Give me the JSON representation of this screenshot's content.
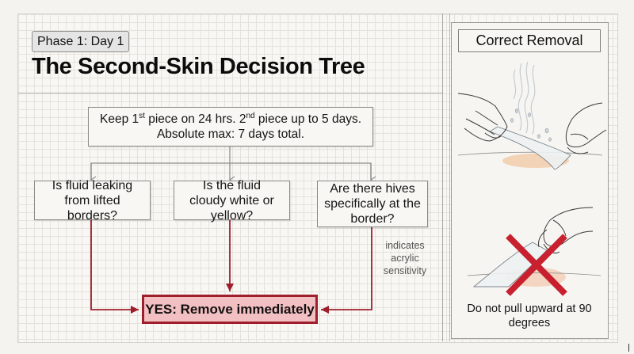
{
  "header": {
    "phase_badge": "Phase 1: Day 1",
    "title": "The Second-Skin Decision Tree"
  },
  "flowchart": {
    "root": {
      "line1_a": "Keep 1",
      "line1_sup1": "st",
      "line1_b": " piece on 24 hrs. 2",
      "line1_sup2": "nd",
      "line1_c": " piece up to 5 days.",
      "line2": "Absolute max: 7 days total."
    },
    "questions": [
      {
        "text": "Is fluid leaking from lifted borders?"
      },
      {
        "text": "Is the fluid cloudy white or yellow?"
      },
      {
        "text": "Are there hives specifically at the border?"
      }
    ],
    "note": "indicates acrylic sensitivity",
    "outcome": "YES: Remove immediately",
    "colors": {
      "connector_gray": "#8f8f8f",
      "connector_red": "#9e1f2b",
      "outcome_fill": "#f2c0c2",
      "outcome_border": "#9e1f2b"
    }
  },
  "sidebar_card": {
    "title": "Correct Removal",
    "illustration_top": "hands-peeling-film-low-and-slow",
    "illustration_bottom": "hand-pulling-film-upward-crossed-out",
    "caption": "Do not pull upward at 90 degrees",
    "x_mark_color": "#c8202e"
  }
}
